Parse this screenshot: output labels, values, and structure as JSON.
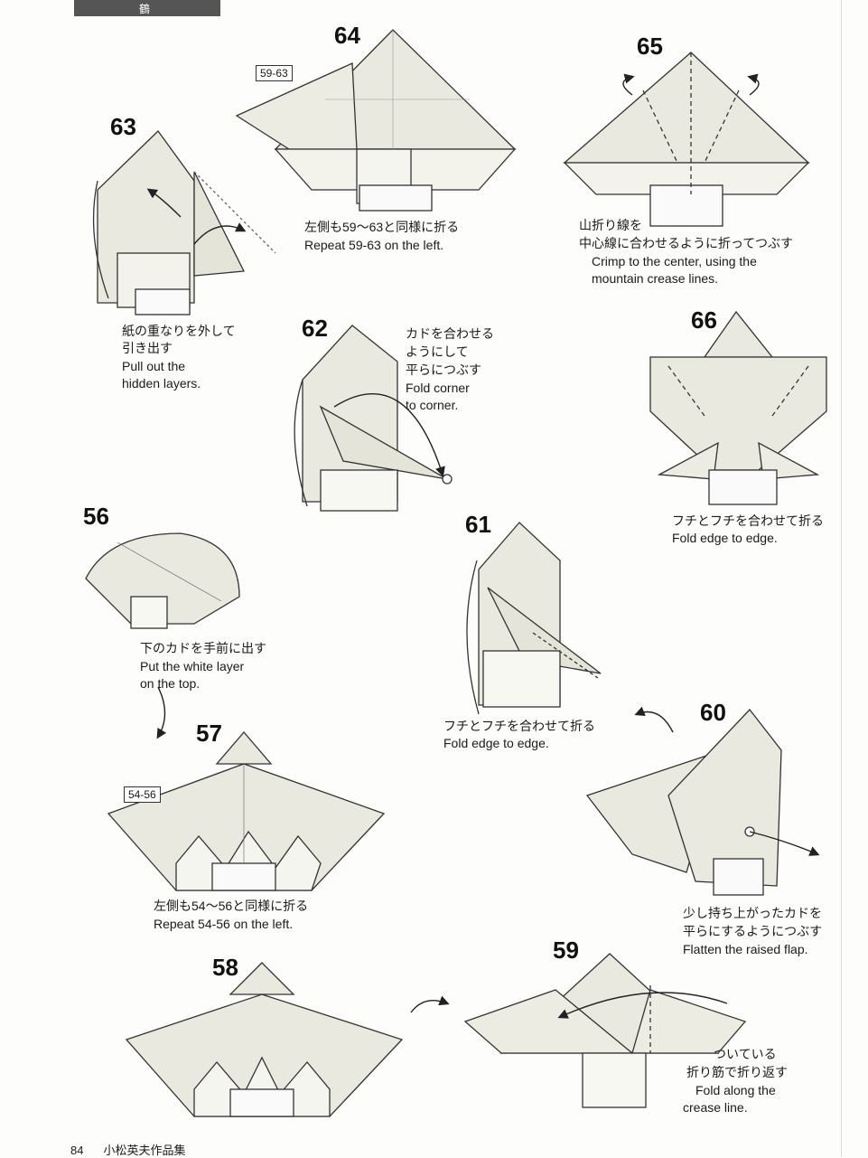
{
  "header": {
    "tab_label": "鶴"
  },
  "footer": {
    "page_number": "84",
    "book_title": "小松英夫作品集"
  },
  "steps": [
    {
      "num": "63",
      "jp": [
        "紙の重なりを外して",
        "引き出す"
      ],
      "en": [
        "Pull out the",
        "hidden layers."
      ]
    },
    {
      "num": "64",
      "ref": "59-63",
      "jp": [
        "左側も59～63と同様に折る"
      ],
      "en": [
        "Repeat 59-63 on the left."
      ]
    },
    {
      "num": "65",
      "jp": [
        "山折り線を",
        "中心線に合わせるように折ってつぶす"
      ],
      "en": [
        "Crimp to the center, using the",
        "mountain crease lines."
      ]
    },
    {
      "num": "62",
      "jp": [
        "カドを合わせる",
        "ようにして",
        "平らにつぶす"
      ],
      "en": [
        "Fold corner",
        "to corner."
      ]
    },
    {
      "num": "66",
      "jp": [
        "フチとフチを合わせて折る"
      ],
      "en": [
        "Fold edge to edge."
      ]
    },
    {
      "num": "56",
      "jp": [
        "下のカドを手前に出す"
      ],
      "en": [
        "Put the white layer",
        "on the top."
      ]
    },
    {
      "num": "61",
      "jp": [
        "フチとフチを合わせて折る"
      ],
      "en": [
        "Fold edge to edge."
      ]
    },
    {
      "num": "57",
      "ref": "54-56",
      "jp": [
        "左側も54～56と同様に折る"
      ],
      "en": [
        "Repeat 54-56 on the left."
      ]
    },
    {
      "num": "60",
      "jp": [
        "少し持ち上がったカドを",
        "平らにするようにつぶす"
      ],
      "en": [
        "Flatten the raised flap."
      ]
    },
    {
      "num": "58",
      "jp": [],
      "en": []
    },
    {
      "num": "59",
      "jp": [
        "ついている",
        "折り筋で折り返す"
      ],
      "en": [
        "Fold along the",
        "crease line."
      ]
    }
  ]
}
